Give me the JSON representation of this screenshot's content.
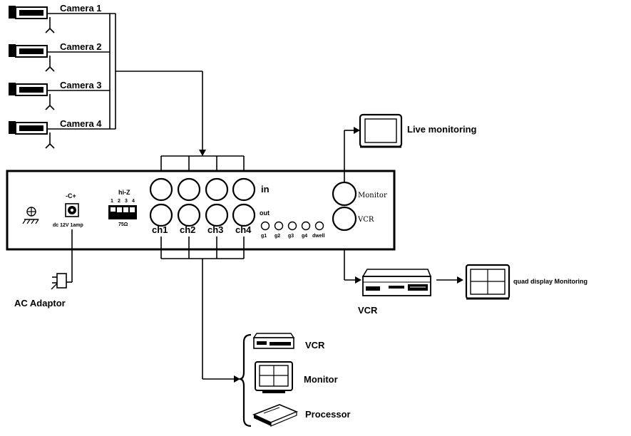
{
  "cameras": [
    {
      "label": "Camera 1"
    },
    {
      "label": "Camera 2"
    },
    {
      "label": "Camera 3"
    },
    {
      "label": "Camera 4"
    }
  ],
  "panel": {
    "power_polarity": "-C+",
    "power_spec": "dc 12V 1amp",
    "dip_title": "hi-Z",
    "dip_numbers": [
      "1",
      "2",
      "3",
      "4"
    ],
    "dip_bottom": "75Ω",
    "row_in": "in",
    "row_out": "out",
    "channels": [
      "ch1",
      "ch2",
      "ch3",
      "ch4"
    ],
    "small_buttons": [
      "g1",
      "g2",
      "g3",
      "g4",
      "dwell"
    ],
    "monitor_port": "Monitor",
    "vcr_port": "VCR"
  },
  "ac_adaptor": "AC Adaptor",
  "live_monitoring": "Live monitoring",
  "vcr_main": "VCR",
  "quad_display": "quad display Monitoring",
  "outputs": [
    {
      "label": "VCR"
    },
    {
      "label": "Monitor"
    },
    {
      "label": "Processor"
    }
  ]
}
